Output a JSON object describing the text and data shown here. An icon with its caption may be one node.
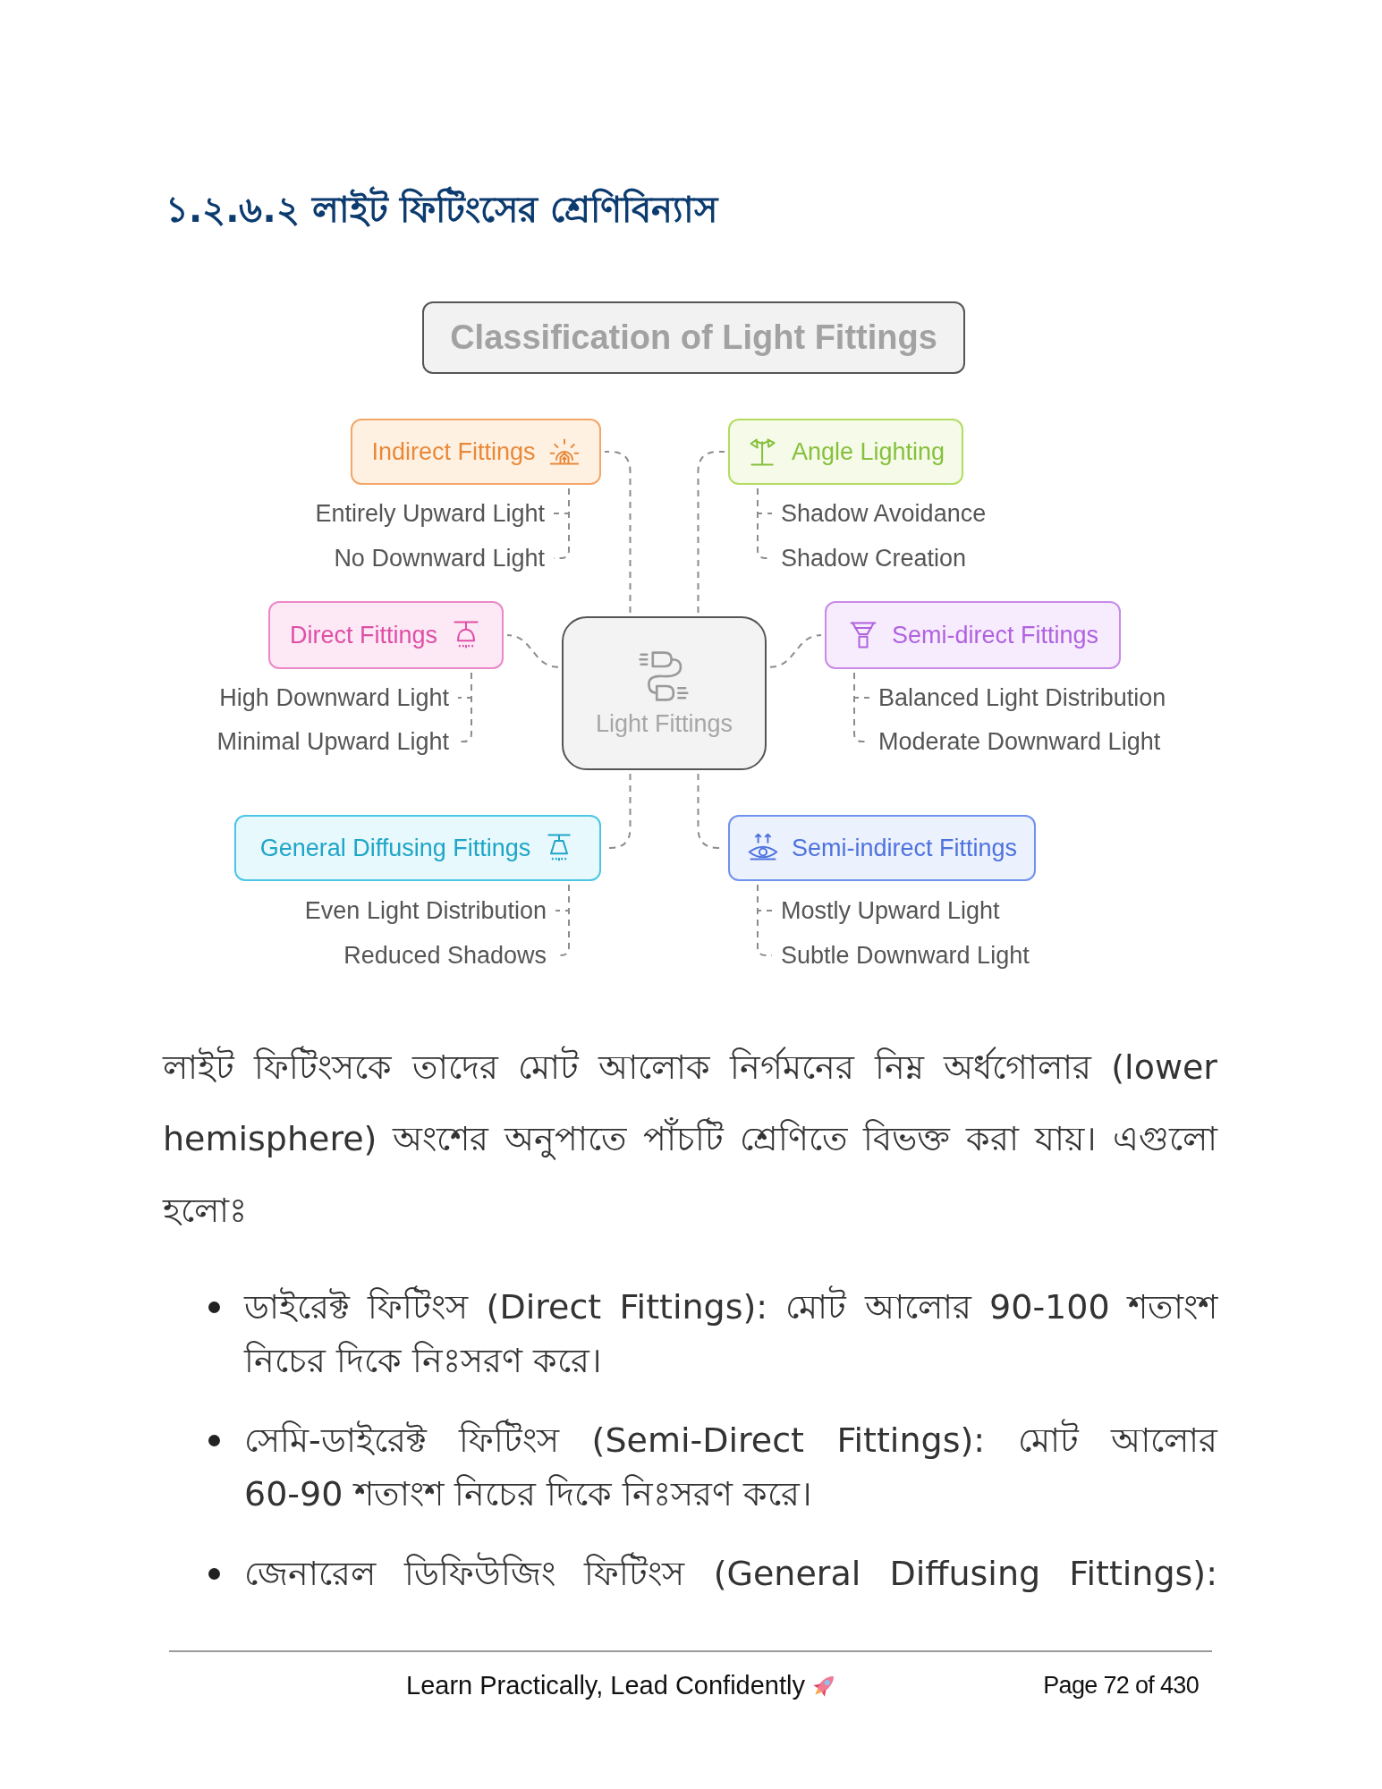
{
  "diagram": {
    "title": "১.২.৬.২ লাইট ফিটিংসের শ্রেণিবিন্যাস",
    "nodes": [
      {
        "text": [
          "Classification of Light Fittings"
        ]
      },
      {
        "text": [
          "Light Fittings"
        ]
      },
      {
        "text": [
          "Indirect Fittings"
        ]
      },
      {
        "text": [
          "Entirely Upward Light"
        ]
      },
      {
        "text": [
          "No Downward Light"
        ]
      },
      {
        "text": [
          "Angle Lighting"
        ]
      },
      {
        "text": [
          "Shadow Avoidance"
        ]
      },
      {
        "text": [
          "Shadow Creation"
        ]
      },
      {
        "text": [
          "Direct Fittings"
        ]
      },
      {
        "text": [
          "High Downward Light"
        ]
      },
      {
        "text": [
          "Minimal Upward Light"
        ]
      },
      {
        "text": [
          "Semi-direct Fittings"
        ]
      },
      {
        "text": [
          "Balanced Light Distribution"
        ]
      },
      {
        "text": [
          "Moderate Downward Light"
        ]
      },
      {
        "text": [
          "General Diffusing Fittings"
        ]
      },
      {
        "text": [
          "Even Light Distribution"
        ]
      },
      {
        "text": [
          "Reduced Shadows"
        ]
      },
      {
        "text": [
          "Semi-indirect Fittings"
        ]
      },
      {
        "text": [
          "Mostly Upward Light"
        ]
      },
      {
        "text": [
          "Subtle Downward Light"
        ]
      }
    ],
    "edges": [
      {
        "from": 1,
        "to": 2,
        "arrow": "none",
        "style": "dashed"
      },
      {
        "from": 1,
        "to": 5,
        "arrow": "none",
        "style": "dashed"
      },
      {
        "from": 1,
        "to": 8,
        "arrow": "none",
        "style": "dashed"
      },
      {
        "from": 1,
        "to": 11,
        "arrow": "none",
        "style": "dashed"
      },
      {
        "from": 1,
        "to": 14,
        "arrow": "none",
        "style": "dashed"
      },
      {
        "from": 1,
        "to": 17,
        "arrow": "none",
        "style": "dashed"
      },
      {
        "from": 2,
        "to": 3,
        "arrow": "none",
        "style": "dashed"
      },
      {
        "from": 2,
        "to": 4,
        "arrow": "none",
        "style": "dashed"
      },
      {
        "from": 5,
        "to": 6,
        "arrow": "none",
        "style": "dashed"
      },
      {
        "from": 5,
        "to": 7,
        "arrow": "none",
        "style": "dashed"
      },
      {
        "from": 8,
        "to": 9,
        "arrow": "none",
        "style": "dashed"
      },
      {
        "from": 8,
        "to": 10,
        "arrow": "none",
        "style": "dashed"
      },
      {
        "from": 11,
        "to": 12,
        "arrow": "none",
        "style": "dashed"
      },
      {
        "from": 11,
        "to": 13,
        "arrow": "none",
        "style": "dashed"
      },
      {
        "from": 14,
        "to": 15,
        "arrow": "none",
        "style": "dashed"
      },
      {
        "from": 14,
        "to": 16,
        "arrow": "none",
        "style": "dashed"
      },
      {
        "from": 17,
        "to": 18,
        "arrow": "none",
        "style": "dashed"
      },
      {
        "from": 17,
        "to": 19,
        "arrow": "none",
        "style": "dashed"
      }
    ],
    "labels": [
      "লাইট ফিটিংসকে তাদের মোট আলোক নির্গমনের নিম্ন অর্ধগোলার (lower hemisphere) অংশের অনুপাতে পাঁচটি শ্রেণিতে বিভক্ত করা যায়। এগুলো হলোঃ",
      "ডাইরেক্ট ফিটিংস (Direct Fittings): মোট আলোর 90-100 শতাংশ নিচের দিকে নিঃসরণ করে।",
      "সেমি-ডাইরেক্ট ফিটিংস (Semi-Direct Fittings): মোট আলোর 60-90 শতাংশ নিচের দিকে নিঃসরণ করে।",
      "জেনারেল ডিফিউজিং ফিটিংস (General Diffusing Fittings):",
      "Learn Practically, Lead Confidently",
      "Page 72 of 430"
    ]
  }
}
